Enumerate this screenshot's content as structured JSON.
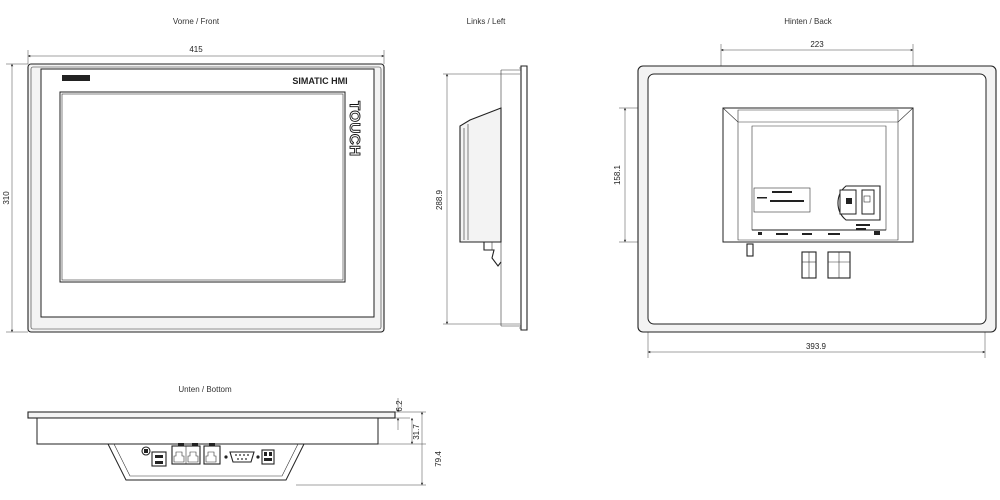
{
  "views": {
    "front": {
      "title": "Vorne / Front",
      "width": "415",
      "height": "310",
      "brand": "SIMATIC HMI",
      "touch": "TOUCH"
    },
    "left": {
      "title": "Links / Left",
      "depth": "288.9"
    },
    "back": {
      "title": "Hinten / Back",
      "cutout_width": "223",
      "cutout_height": "158.1",
      "outer_width": "393.9"
    },
    "bottom": {
      "title": "Unten / Bottom",
      "bezel": "6.2",
      "housing": "31.7",
      "total": "79.4"
    }
  }
}
